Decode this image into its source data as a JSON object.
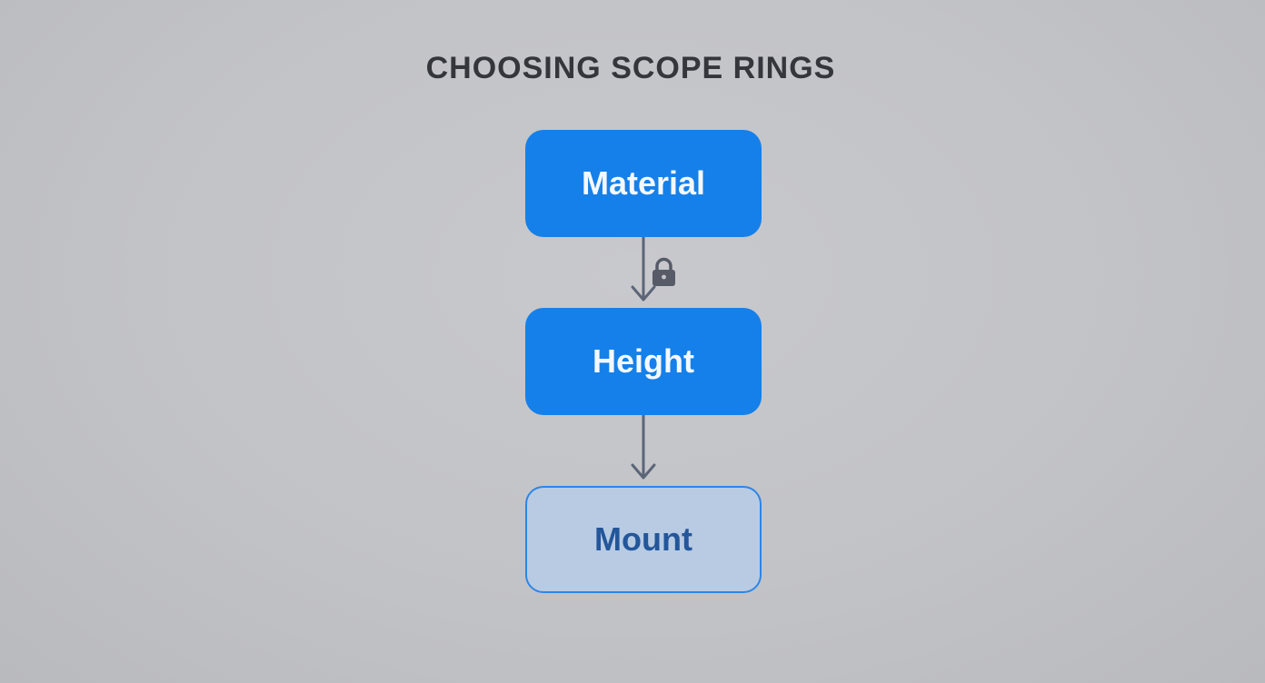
{
  "title": "CHOOSING SCOPE RINGS",
  "nodes": [
    {
      "label": "Material",
      "style": "filled"
    },
    {
      "label": "Height",
      "style": "filled"
    },
    {
      "label": "Mount",
      "style": "outline"
    }
  ],
  "edges": [
    {
      "from": "Material",
      "to": "Height",
      "icon": "lock-icon"
    },
    {
      "from": "Height",
      "to": "Mount"
    }
  ],
  "colors": {
    "primary_fill": "#1580ea",
    "outline_fill": "#b8cbe3",
    "outline_border": "#2c86e6",
    "connector": "#5c6578",
    "lock": "#575b68"
  }
}
